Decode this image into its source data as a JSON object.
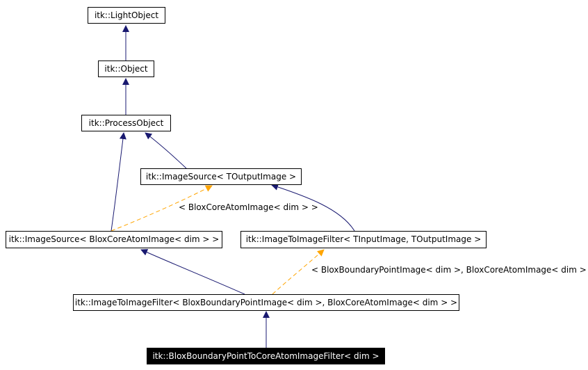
{
  "colors": {
    "inherit_edge": "#191970",
    "template_edge": "#ffa500",
    "node_border": "#000000",
    "highlight_node_bg": "#000000",
    "highlight_node_text": "#ffffff"
  },
  "nodes": {
    "light_object": "itk::LightObject",
    "object": "itk::Object",
    "process_object": "itk::ProcessObject",
    "image_source_t": "itk::ImageSource< TOutputImage >",
    "image_source_blox": "itk::ImageSource< BloxCoreAtomImage< dim > >",
    "image_to_image_t": "itk::ImageToImageFilter< TInputImage, TOutputImage >",
    "image_to_image_blox": "itk::ImageToImageFilter< BloxBoundaryPointImage< dim >, BloxCoreAtomImage< dim > >",
    "current_class": "itk::BloxBoundaryPointToCoreAtomImageFilter< dim >"
  },
  "edge_labels": {
    "image_source_template": "< BloxCoreAtomImage< dim > >",
    "image_to_image_template": "< BloxBoundaryPointImage< dim >, BloxCoreAtomImage< dim > >"
  }
}
